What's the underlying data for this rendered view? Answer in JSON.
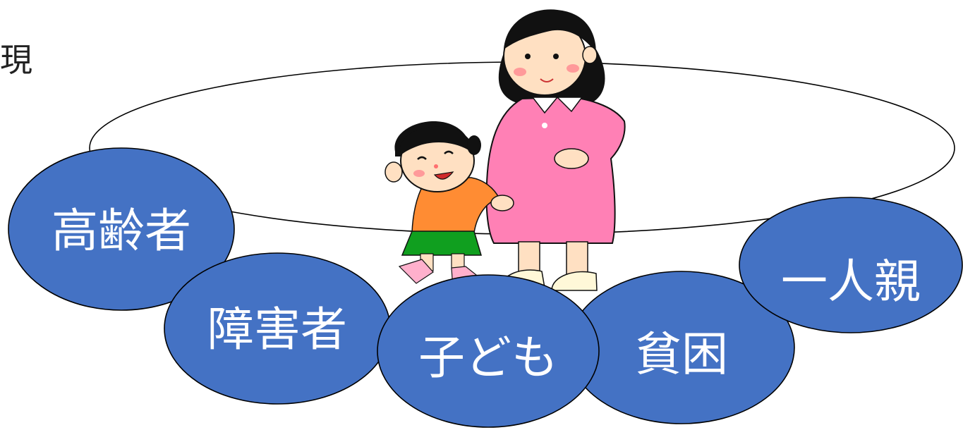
{
  "heading": "現",
  "bubbles": [
    {
      "id": "elderly",
      "label": "高齢者"
    },
    {
      "id": "disabled",
      "label": "障害者"
    },
    {
      "id": "children",
      "label": "子ども"
    },
    {
      "id": "poverty",
      "label": "貧困"
    },
    {
      "id": "single-parent",
      "label": "一人親"
    }
  ],
  "colors": {
    "bubble_fill": "#4472c4",
    "bubble_stroke": "#000000",
    "bubble_text": "#ffffff",
    "ring_stroke": "#000000"
  },
  "illustration": {
    "subject": "pregnant-mother-and-child-icon"
  }
}
